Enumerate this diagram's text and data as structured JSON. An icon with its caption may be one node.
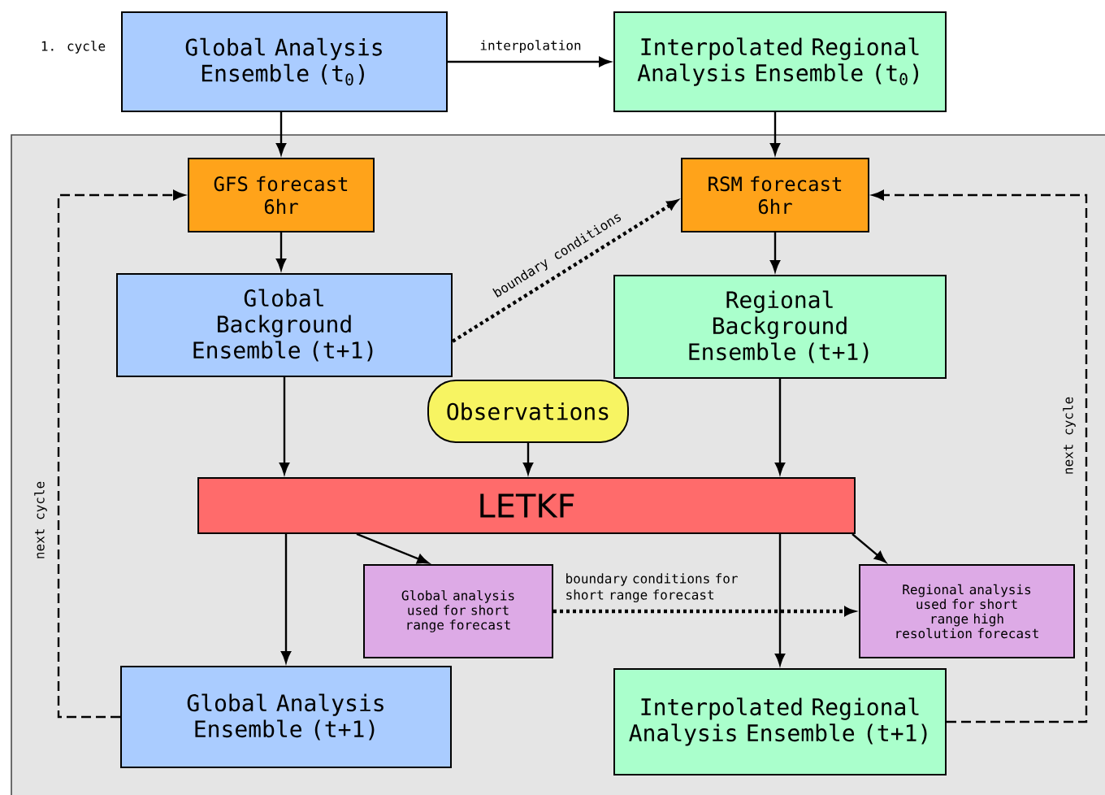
{
  "diagram": {
    "nodes": [
      {
        "text": [
          "Global Analysis Ensemble (t$_{0}$)"
        ]
      },
      {
        "text": [
          "Interpolated Regional Analysis Ensemble (t$_{0}$)"
        ]
      },
      {
        "text": [
          "GFS forecast 6hr"
        ]
      },
      {
        "text": [
          "RSM forecast 6hr"
        ]
      },
      {
        "text": [
          "Global Background Ensemble (t+1)"
        ]
      },
      {
        "text": [
          "Regional Background Ensemble (t+1)"
        ]
      },
      {
        "text": [
          "Observations"
        ]
      },
      {
        "text": [
          "LETKF"
        ]
      },
      {
        "text": [
          "Global analysis used for short range forecast"
        ]
      },
      {
        "text": [
          "Regional analysis used for short range high resolution forecast"
        ]
      },
      {
        "text": [
          "Global Analysis Ensemble (t+1)"
        ]
      },
      {
        "text": [
          "Interpolated Regional Analysis Ensemble (t+1)"
        ]
      }
    ],
    "edges": [
      {
        "from": 0,
        "to": 1,
        "arrow": "to",
        "label": "interpolation"
      },
      {
        "from": 0,
        "to": 2,
        "arrow": "to"
      },
      {
        "from": 1,
        "to": 3,
        "arrow": "to"
      },
      {
        "from": 2,
        "to": 4,
        "arrow": "to"
      },
      {
        "from": 3,
        "to": 5,
        "arrow": "to"
      },
      {
        "from": 4,
        "to": 3,
        "arrow": "to",
        "style": "dashed",
        "label": "boundary conditions"
      },
      {
        "from": 4,
        "to": 7,
        "arrow": "to"
      },
      {
        "from": 5,
        "to": 7,
        "arrow": "to"
      },
      {
        "from": 6,
        "to": 7,
        "arrow": "to"
      },
      {
        "from": 7,
        "to": 8,
        "arrow": "to"
      },
      {
        "from": 7,
        "to": 9,
        "arrow": "to"
      },
      {
        "from": 7,
        "to": 10,
        "arrow": "to"
      },
      {
        "from": 7,
        "to": 11,
        "arrow": "to"
      },
      {
        "from": 8,
        "to": 9,
        "arrow": "to",
        "style": "dashed",
        "label": "boundary conditions for short range forecast"
      },
      {
        "from": 10,
        "to": 2,
        "arrow": "to",
        "style": "dashed"
      },
      {
        "from": 11,
        "to": 3,
        "arrow": "to",
        "style": "dashed"
      }
    ],
    "labels": [
      "1. cycle",
      "next cycle",
      "next cycle"
    ]
  }
}
